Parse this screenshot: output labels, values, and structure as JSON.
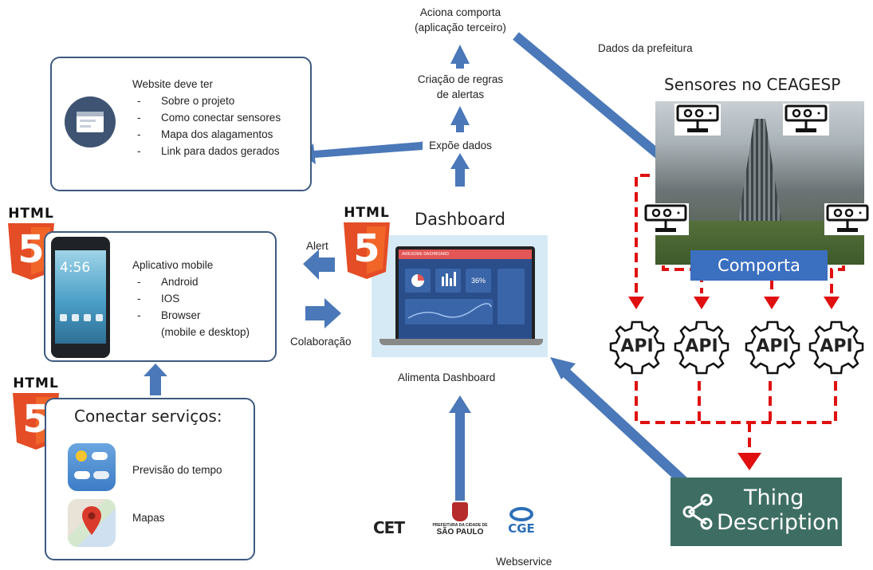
{
  "website": {
    "title": "Website deve ter",
    "items": [
      "Sobre o projeto",
      "Como conectar sensores",
      "Mapa dos alagamentos",
      "Link para dados gerados"
    ]
  },
  "top_flow": {
    "aciona_line1": "Aciona comporta",
    "aciona_line2": "(aplicação terceiro)",
    "regras_line1": "Criação de regras",
    "regras_line2": "de alertas",
    "expoe": "Expõe dados"
  },
  "prefeitura": "Dados da prefeitura",
  "sensores": {
    "title": "Sensores no CEAGESP",
    "gate_label": "Comporta",
    "api_label": "API"
  },
  "html5_label": "HTML",
  "html5_digit": "5",
  "dashboard": {
    "title": "Dashboard",
    "screen_header": "AWESOME DASHBOARD",
    "screen_percent": "36%",
    "feed": "Alimenta Dashboard"
  },
  "mobile": {
    "title": "Aplicativo mobile",
    "items": [
      "Android",
      "IOS",
      "Browser"
    ],
    "browser_detail": "(mobile e desktop)",
    "phone_time": "4:56"
  },
  "arrows": {
    "alert": "Alert",
    "colab": "Colaboração"
  },
  "services": {
    "title": "Conectar serviços:",
    "weather": "Previsão do tempo",
    "maps": "Mapas"
  },
  "webservice": {
    "label": "Webservice",
    "logo_cet": "CET",
    "logo_sp_line1": "PREFEITURA DA CIDADE DE",
    "logo_sp_line2": "SÃO PAULO",
    "logo_cge": "CGE"
  },
  "thing": {
    "line1": "Thing",
    "line2": "Description"
  },
  "colors": {
    "arrow_blue": "#4a78b8",
    "box_border": "#3d5a80",
    "dash_red": "#e01010",
    "thing_green": "#3e6e63",
    "html5_orange": "#e44d26"
  }
}
